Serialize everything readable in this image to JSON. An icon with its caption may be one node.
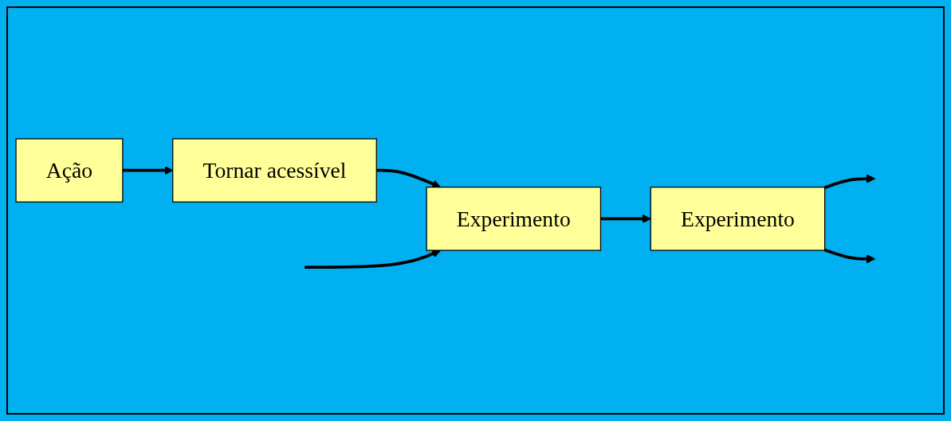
{
  "diagram": {
    "nodes": [
      {
        "text": [
          "Ação"
        ]
      },
      {
        "text": [
          "Tornar acessível"
        ]
      },
      {
        "text": [
          "Experimento"
        ]
      },
      {
        "text": [
          "Experimento"
        ]
      }
    ],
    "edges": [
      {
        "from": 0,
        "to": 1,
        "arrow": "to"
      },
      {
        "from": 1,
        "to": 2,
        "arrow": "to"
      },
      {
        "from": null,
        "to": 2,
        "arrow": "to"
      },
      {
        "from": 2,
        "to": 3,
        "arrow": "to"
      },
      {
        "from": 3,
        "to": null,
        "arrow": "to"
      },
      {
        "from": 3,
        "to": null,
        "arrow": "to"
      }
    ]
  }
}
